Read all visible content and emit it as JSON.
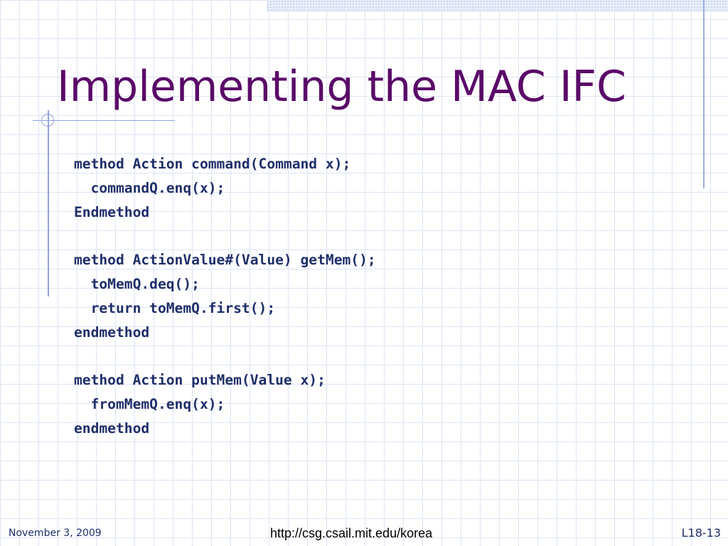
{
  "slide": {
    "title": "Implementing the MAC IFC",
    "code_lines": [
      "method Action command(Command x);",
      "  commandQ.enq(x);",
      "Endmethod",
      "",
      "method ActionValue#(Value) getMem();",
      "  toMemQ.deq();",
      "  return toMemQ.first();",
      "endmethod",
      "",
      "method Action putMem(Value x);",
      "  fromMemQ.enq(x);",
      "endmethod"
    ]
  },
  "footer": {
    "date": "November 3, 2009",
    "url": "http://csg.csail.mit.edu/korea",
    "slide_number": "L18-13"
  },
  "colors": {
    "title": "#5a0a68",
    "code": "#1f2f6a",
    "grid": "#dde3f3",
    "rule": "#8ea3d6"
  }
}
